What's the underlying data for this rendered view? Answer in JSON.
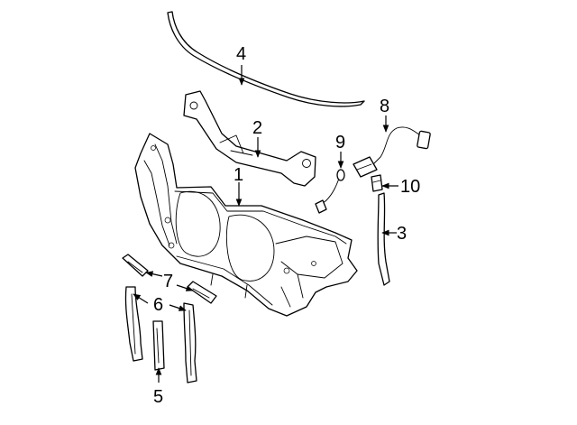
{
  "diagram": {
    "background_color": "#ffffff",
    "line_color": "#000000",
    "callouts": [
      {
        "id": "1",
        "label": "1"
      },
      {
        "id": "2",
        "label": "2"
      },
      {
        "id": "3",
        "label": "3"
      },
      {
        "id": "4",
        "label": "4"
      },
      {
        "id": "5",
        "label": "5"
      },
      {
        "id": "6",
        "label": "6"
      },
      {
        "id": "7",
        "label": "7"
      },
      {
        "id": "8",
        "label": "8"
      },
      {
        "id": "9",
        "label": "9"
      },
      {
        "id": "10",
        "label": "10"
      }
    ]
  }
}
